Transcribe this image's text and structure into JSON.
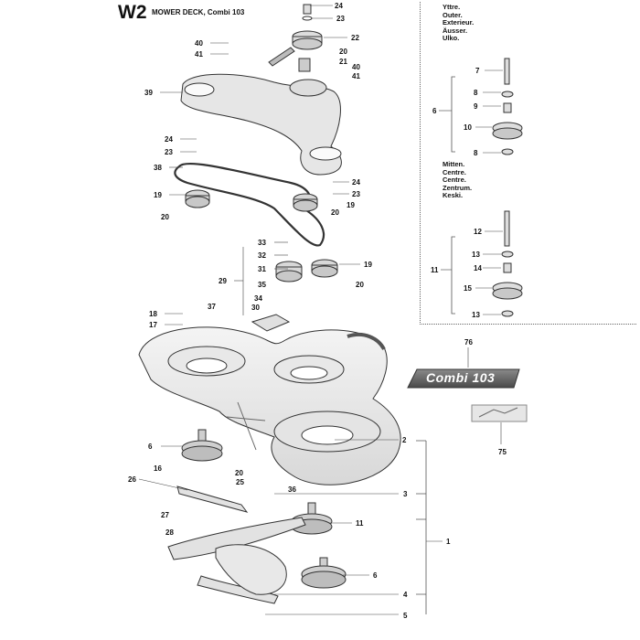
{
  "header": {
    "code": "W2",
    "title": "MOWER DECK, Combi 103"
  },
  "legend_box": {
    "group_outer": [
      "Yttre.",
      "Outer.",
      "Exterieur.",
      "Äusser.",
      "Ulko."
    ],
    "group_center": [
      "Mitten.",
      "Centre.",
      "Centre.",
      "Zentrum.",
      "Keski."
    ]
  },
  "badge": {
    "text": "Combi 103"
  },
  "part_labels": [
    {
      "id": "p24a",
      "text": "24"
    },
    {
      "id": "p23a",
      "text": "23"
    },
    {
      "id": "p22",
      "text": "22"
    },
    {
      "id": "p40a",
      "text": "40"
    },
    {
      "id": "p41a",
      "text": "41"
    },
    {
      "id": "p20a",
      "text": "20"
    },
    {
      "id": "p21",
      "text": "21"
    },
    {
      "id": "p40b",
      "text": "40"
    },
    {
      "id": "p41b",
      "text": "41"
    },
    {
      "id": "p39",
      "text": "39"
    },
    {
      "id": "p24b",
      "text": "24"
    },
    {
      "id": "p23b",
      "text": "23"
    },
    {
      "id": "p38",
      "text": "38"
    },
    {
      "id": "p24c",
      "text": "24"
    },
    {
      "id": "p23c",
      "text": "23"
    },
    {
      "id": "p19a",
      "text": "19"
    },
    {
      "id": "p20b",
      "text": "20"
    },
    {
      "id": "p20c",
      "text": "20"
    },
    {
      "id": "p19b",
      "text": "19"
    },
    {
      "id": "p33",
      "text": "33"
    },
    {
      "id": "p32",
      "text": "32"
    },
    {
      "id": "p31",
      "text": "31"
    },
    {
      "id": "p19c",
      "text": "19"
    },
    {
      "id": "p29",
      "text": "29"
    },
    {
      "id": "p35",
      "text": "35"
    },
    {
      "id": "p20d",
      "text": "20"
    },
    {
      "id": "p34",
      "text": "34"
    },
    {
      "id": "p37",
      "text": "37"
    },
    {
      "id": "p30",
      "text": "30"
    },
    {
      "id": "p18",
      "text": "18"
    },
    {
      "id": "p17",
      "text": "17"
    },
    {
      "id": "p76",
      "text": "76"
    },
    {
      "id": "p6a",
      "text": "6"
    },
    {
      "id": "p16",
      "text": "16"
    },
    {
      "id": "p20e",
      "text": "20"
    },
    {
      "id": "p26",
      "text": "26"
    },
    {
      "id": "p25",
      "text": "25"
    },
    {
      "id": "p36",
      "text": "36"
    },
    {
      "id": "p27",
      "text": "27"
    },
    {
      "id": "p28",
      "text": "28"
    },
    {
      "id": "p2",
      "text": "2"
    },
    {
      "id": "p3",
      "text": "3"
    },
    {
      "id": "p11a",
      "text": "11"
    },
    {
      "id": "p1",
      "text": "1"
    },
    {
      "id": "p6b",
      "text": "6"
    },
    {
      "id": "p4",
      "text": "4"
    },
    {
      "id": "p5",
      "text": "5"
    },
    {
      "id": "p75",
      "text": "75"
    },
    {
      "id": "p7",
      "text": "7"
    },
    {
      "id": "p8a",
      "text": "8"
    },
    {
      "id": "p6c",
      "text": "6"
    },
    {
      "id": "p9",
      "text": "9"
    },
    {
      "id": "p10",
      "text": "10"
    },
    {
      "id": "p8b",
      "text": "8"
    },
    {
      "id": "p12",
      "text": "12"
    },
    {
      "id": "p13a",
      "text": "13"
    },
    {
      "id": "p11b",
      "text": "11"
    },
    {
      "id": "p14",
      "text": "14"
    },
    {
      "id": "p15",
      "text": "15"
    },
    {
      "id": "p13b",
      "text": "13"
    }
  ]
}
